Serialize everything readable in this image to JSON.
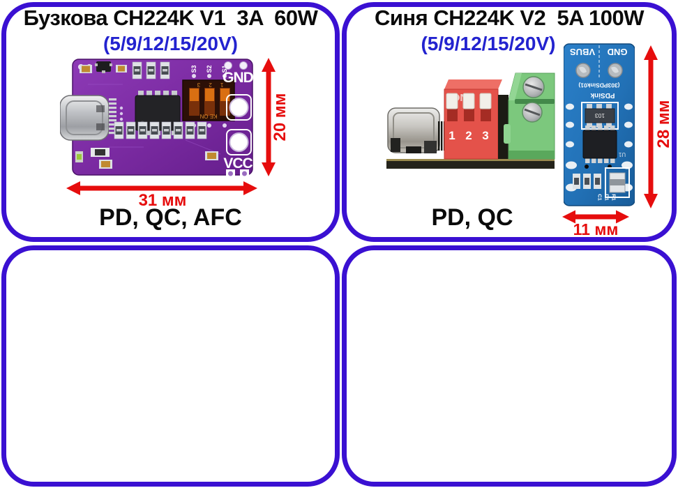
{
  "colors": {
    "frame": "#3a10d2",
    "title_text": "#0a0a0a",
    "voltage_text": "#2323cf",
    "dimension_red": "#e60d0d",
    "pcb_purple": "#7c2da3",
    "pcb_blue": "#2374bb",
    "dip_red": "#e4524a",
    "terminal_green": "#7cc87d"
  },
  "panels": {
    "top_left": {
      "title": "Бузкова CH224K V1  3A  60W",
      "voltage": "(5/9/12/15/20V)",
      "protocols": "PD, QC, AFC",
      "dim_height": "20 мм",
      "dim_width": "31 мм",
      "board": {
        "gnd_label": "GND",
        "vcc_label": "VCC",
        "dip_numbers": "1 2 3",
        "dip_brand": "KE ON",
        "silkscreen": [
          "S3",
          "S2",
          "S1"
        ]
      }
    },
    "top_right": {
      "title": "Синя CH224K V2  5A 100W",
      "voltage": "(5/9/12/15/20V)",
      "protocols": "PD, QC",
      "dim_height": "28 мм",
      "dim_width": "11 мм",
      "module": {
        "dip_on": "ON",
        "dip_numbers": [
          "1",
          "2",
          "3"
        ]
      },
      "board": {
        "pad_left": "VBUS",
        "pad_right": "GND",
        "code_label": "(303PDSink01)",
        "name_label": "PDSink",
        "component_value": "103",
        "chip_ref": "U1",
        "bottom_refs": [
          "C1",
          "D1",
          "R1"
        ]
      }
    },
    "bottom_left": {},
    "bottom_right": {}
  }
}
